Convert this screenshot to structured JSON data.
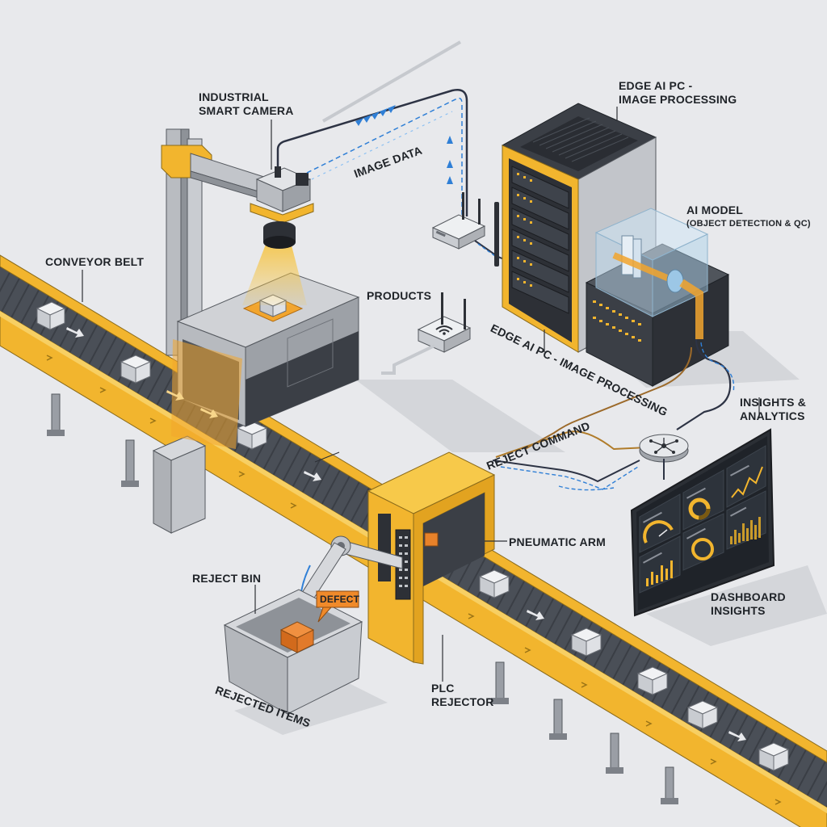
{
  "labels": {
    "camera": [
      "INDUSTRIAL",
      "SMART CAMERA"
    ],
    "edge_pc_top": [
      "EDGE AI PC -",
      "IMAGE PROCESSING"
    ],
    "ai_model_title": "AI MODEL",
    "ai_model_sub": "(OBJECT DETECTION & QC)",
    "conveyor": "CONVEYOR BELT",
    "products": "PRODUCTS",
    "image_data": "IMAGE DATA",
    "edge_pc_mid": "EDGE AI PC - IMAGE PROCESSING",
    "insights": [
      "INSIGHTS &",
      "ANALYTICS"
    ],
    "reject_command": "REJECT COMMAND",
    "pneumatic_arm": "PNEUMATIC ARM",
    "reject_bin": "REJECT BIN",
    "defect": "DEFECT",
    "dashboard": [
      "DASHBOARD",
      "INSIGHTS"
    ],
    "plc": [
      "PLC",
      "REJECTOR"
    ],
    "rejected_items": "REJECTED ITEMS"
  },
  "colors": {
    "accent_yellow": "#f2b52e",
    "orange": "#e8822a",
    "dark_steel": "#3b3f46",
    "light_steel": "#b9bcc1",
    "data_blue": "#2f7fd6",
    "background": "#e8e9ec"
  },
  "icons": [
    "camera-icon",
    "router-icon",
    "wifi-router-icon",
    "server-rack-icon",
    "network-hub-icon",
    "robotic-arm-icon",
    "box-icon",
    "chart-icon",
    "gauge-icon"
  ]
}
